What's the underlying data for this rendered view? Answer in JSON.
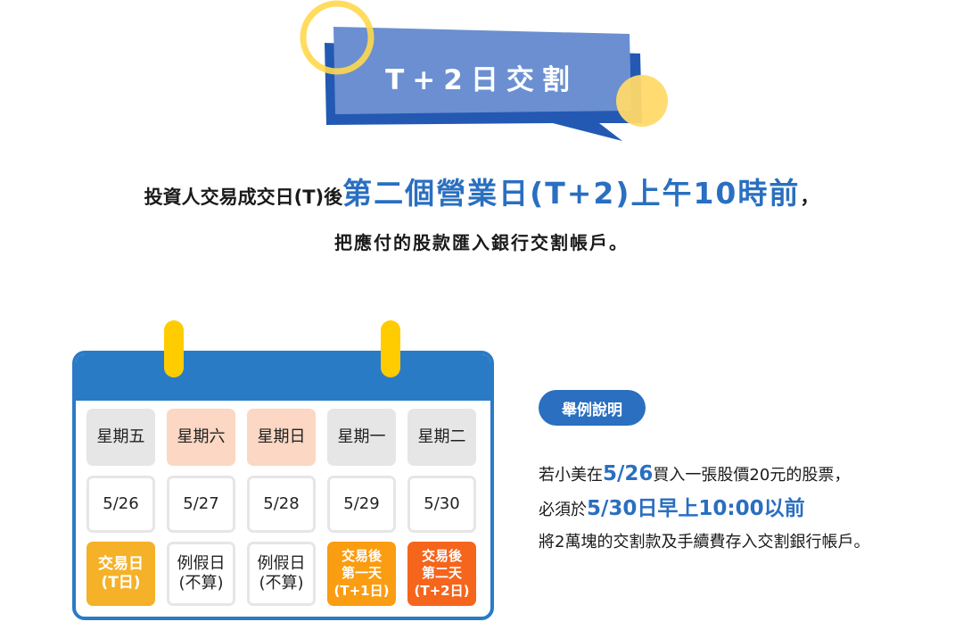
{
  "banner": {
    "title": "T+2日交割"
  },
  "headline": {
    "prefix": "投資人交易成交日(T)後",
    "highlight": "第二個營業日(T+2)上午10時前",
    "suffix": "，",
    "line2": "把應付的股款匯入銀行交割帳戶。"
  },
  "calendar": {
    "weekdays": [
      "星期五",
      "星期六",
      "星期日",
      "星期一",
      "星期二"
    ],
    "dates": [
      "5/26",
      "5/27",
      "5/28",
      "5/29",
      "5/30"
    ],
    "status": [
      {
        "line1": "交易日",
        "line2": "(T日)"
      },
      {
        "line1": "例假日",
        "line2": "(不算)"
      },
      {
        "line1": "例假日",
        "line2": "(不算)"
      },
      {
        "line1": "交易後",
        "line2": "第一天",
        "line3": "(T+1日)"
      },
      {
        "line1": "交易後",
        "line2": "第二天",
        "line3": "(T+2日)"
      }
    ]
  },
  "example": {
    "badge": "舉例說明",
    "line1_a": "若小美在",
    "line1_hi": "5/26",
    "line1_b": "買入一張股價20元的股票，",
    "line2_a": "必須於",
    "line2_hi": "5/30日早上10:00以前",
    "line3": "將2萬塊的交割款及手續費存入交割銀行帳戶。"
  },
  "colors": {
    "primary_blue": "#2a6fc0",
    "calendar_blue": "#2a7bc6",
    "ring_yellow": "#ffcc00",
    "trade_day": "#f5b128",
    "t_plus_1": "#fa9d12",
    "t_plus_2": "#f5651c",
    "weekend": "#fbd7c4"
  },
  "icons": [
    "speech-bubble-banner",
    "yellow-ring-decoration",
    "yellow-dot-decoration",
    "calendar-binder-ring"
  ]
}
